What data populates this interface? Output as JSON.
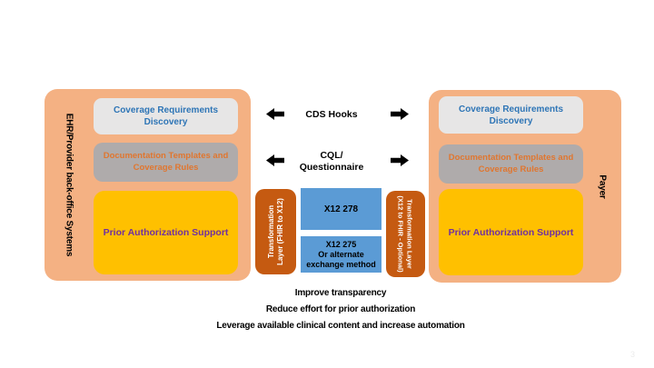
{
  "diagram": {
    "left_panel": {
      "label": "EHR/Provider back-office Systems",
      "coverage_box": "Coverage Requirements Discovery",
      "documentation_box": "Documentation Templates and Coverage Rules",
      "prior_auth_box": "Prior Authorization Support"
    },
    "right_panel": {
      "label": "Payer",
      "coverage_box": "Coverage Requirements Discovery",
      "documentation_box": "Documentation Templates and Coverage Rules",
      "prior_auth_box": "Prior Authorization Support"
    },
    "middle": {
      "cds_hooks_label": "CDS Hooks",
      "cql_line1": "CQL/",
      "cql_line2": "Questionnaire",
      "left_transform_line1": "Transformation",
      "left_transform_line2": "Layer (FHIR to X12)",
      "x12_278_label": "X12 278",
      "x12_275_line1": "X12 275",
      "x12_275_line2": "Or alternate",
      "x12_275_line3": "exchange method",
      "right_transform_line1": "Transformation Layer",
      "right_transform_line2": "(X12 to FHIR - Optional)"
    },
    "benefits": [
      "Improve transparency",
      "Reduce effort for prior authorization",
      "Leverage available clinical content and increase automation"
    ],
    "slide_number": "3"
  },
  "colors": {
    "panel_bg": "#F4B183",
    "coverage_box_bg": "#E7E6E6",
    "documentation_box_bg": "#AFABAB",
    "prior_auth_box_bg": "#FFC000",
    "blue_box_bg": "#5B9BD5",
    "transform_box_bg": "#C55A11",
    "coverage_text": "#2E75B6",
    "documentation_text": "#E0762F",
    "prior_auth_text": "#7030A0",
    "arrow_color": "#000000"
  }
}
